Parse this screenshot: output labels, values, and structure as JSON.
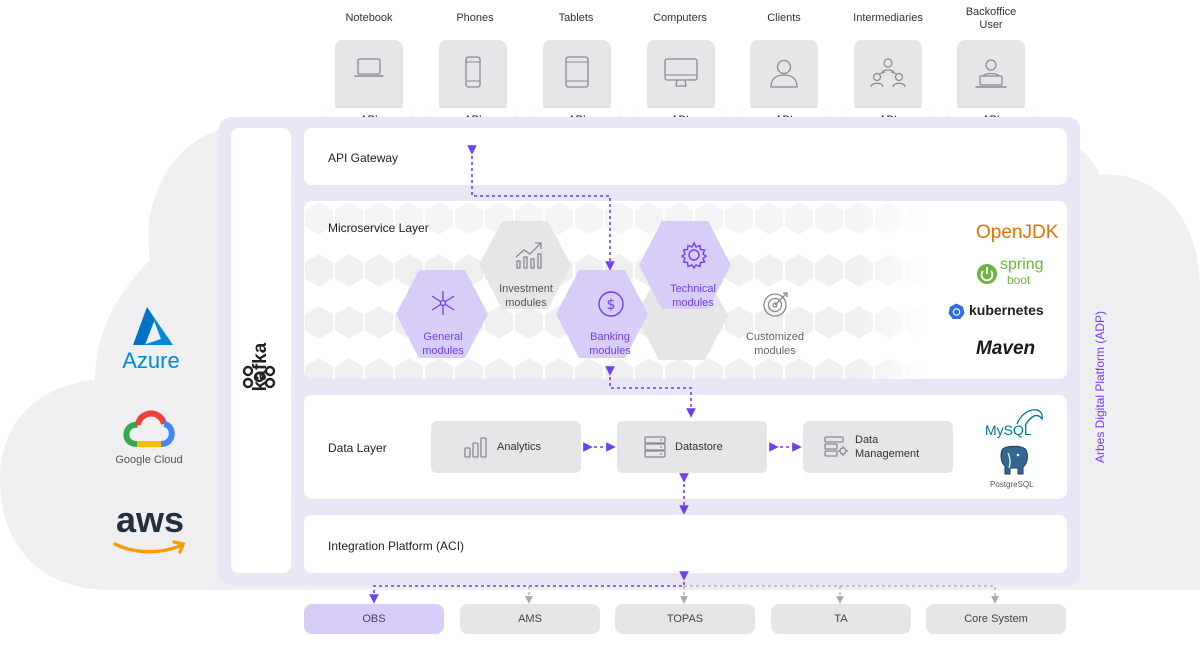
{
  "clients": [
    {
      "label": "Notebook",
      "icon": "laptop-icon",
      "api": "API"
    },
    {
      "label": "Phones",
      "icon": "phone-icon",
      "api": "API"
    },
    {
      "label": "Tablets",
      "icon": "tablet-icon",
      "api": "API"
    },
    {
      "label": "Computers",
      "icon": "monitor-icon",
      "api": "API"
    },
    {
      "label": "Clients",
      "icon": "user-icon",
      "api": "API"
    },
    {
      "label": "Intermediaries",
      "icon": "network-users-icon",
      "api": "API"
    },
    {
      "label_line1": "Backoffice",
      "label_line2": "User",
      "icon": "user-laptop-icon",
      "api": "API"
    }
  ],
  "layers": {
    "api_gateway": "API Gateway",
    "microservice": "Microservice Layer",
    "data": "Data Layer",
    "integration": "Integration Platform (ACI)"
  },
  "modules": {
    "general": {
      "line1": "General",
      "line2": "modules",
      "icon": "hub-icon"
    },
    "investment": {
      "line1": "Investment",
      "line2": "modules",
      "icon": "growth-chart-icon"
    },
    "banking": {
      "line1": "Banking",
      "line2": "modules",
      "icon": "dollar-coin-icon"
    },
    "technical": {
      "line1": "Technical",
      "line2": "modules",
      "icon": "gear-icon"
    },
    "customized": {
      "line1": "Customized",
      "line2": "modules",
      "icon": "target-icon"
    }
  },
  "data_boxes": {
    "analytics": "Analytics",
    "datastore": "Datastore",
    "data_mgmt_line1": "Data",
    "data_mgmt_line2": "Management"
  },
  "tech_logos": {
    "openjdk": "OpenJDK",
    "spring_line1": "spring",
    "spring_line2": "boot",
    "kubernetes": "kubernetes",
    "maven": "Maven",
    "mysql": "MySQL",
    "postgresql": "PostgreSQL"
  },
  "cloud_providers": {
    "azure": "Azure",
    "google": "Google Cloud",
    "aws": "aws"
  },
  "kafka": "kafka",
  "platform_name": "Arbes Digital Platform (ADP)",
  "bottom_systems": [
    "OBS",
    "AMS",
    "TOPAS",
    "TA",
    "Core System"
  ],
  "colors": {
    "accent": "#6f3ff5",
    "hex_purple": "#d8cdf6",
    "hex_gray": "#e6e6e8",
    "platform_bg": "#e9e6f5",
    "openjdk": "#e76f00",
    "spring": "#6db33f",
    "kubernetes_blue": "#326ce5",
    "azure_blue": "#0089d6"
  }
}
